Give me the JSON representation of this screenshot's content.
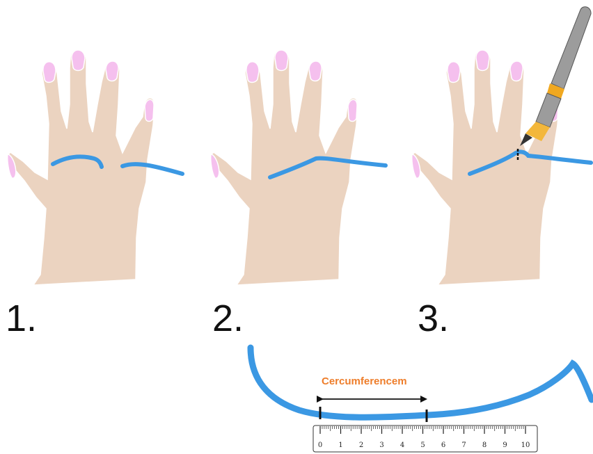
{
  "steps": [
    {
      "label": "1."
    },
    {
      "label": "2."
    },
    {
      "label": "3."
    }
  ],
  "measurement": {
    "label": "Cercumferencem",
    "ruler_ticks": [
      "0",
      "1",
      "2",
      "3",
      "4",
      "5",
      "6",
      "7",
      "8",
      "9",
      "10"
    ]
  },
  "colors": {
    "skin": "#ebd3c0",
    "nail": "#f5c0ee",
    "string": "#3b98e3",
    "label": "#ee7d2a",
    "pen_body": "#9c9c9c",
    "pen_band": "#f0a820",
    "pen_tip": "#f3b73b"
  }
}
